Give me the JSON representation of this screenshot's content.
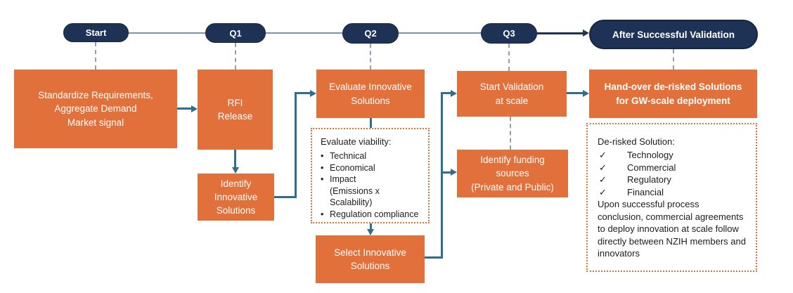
{
  "timeline": {
    "nodes": [
      {
        "id": "start",
        "label": "Start"
      },
      {
        "id": "q1",
        "label": "Q1"
      },
      {
        "id": "q2",
        "label": "Q2"
      },
      {
        "id": "q3",
        "label": "Q3"
      },
      {
        "id": "after",
        "label": "After Successful Validation"
      }
    ]
  },
  "boxes": {
    "standardize": {
      "text": "Standardize Requirements,\nAggregate Demand\nMarket signal"
    },
    "rfi": {
      "text": "RFI\nRelease"
    },
    "identify": {
      "text": "Identify\nInnovative\nSolutions"
    },
    "evaluate": {
      "text": "Evaluate Innovative\nSolutions"
    },
    "select": {
      "text": "Select Innovative\nSolutions"
    },
    "validation": {
      "text": "Start Validation\nat scale"
    },
    "funding": {
      "text": "Identify funding\nsources\n(Private and Public)"
    },
    "handover": {
      "text": "Hand-over de-risked Solutions\nfor GW-scale deployment"
    }
  },
  "viability": {
    "title": "Evaluate viability:",
    "bullet_icon": "•",
    "items": [
      {
        "label": "Technical"
      },
      {
        "label": "Economical"
      },
      {
        "label": "Impact",
        "sub": [
          "(Emissions x",
          "Scalability)"
        ]
      },
      {
        "label": "Regulation compliance"
      }
    ]
  },
  "derisked": {
    "title": "De-risked Solution:",
    "check_icon": "✓",
    "items": [
      "Technology",
      "Commercial",
      "Regulatory",
      "Financial"
    ],
    "note": "Upon successful process conclusion, commercial agreements to deploy innovation at scale follow directly between NZIH members and innovators"
  },
  "colors": {
    "box_orange": "#E2703A",
    "pill_navy": "#1E3255",
    "connector_teal": "#2E6E91",
    "dashed_line": "#8DA0B8",
    "timeline_line": "#8091A9"
  }
}
